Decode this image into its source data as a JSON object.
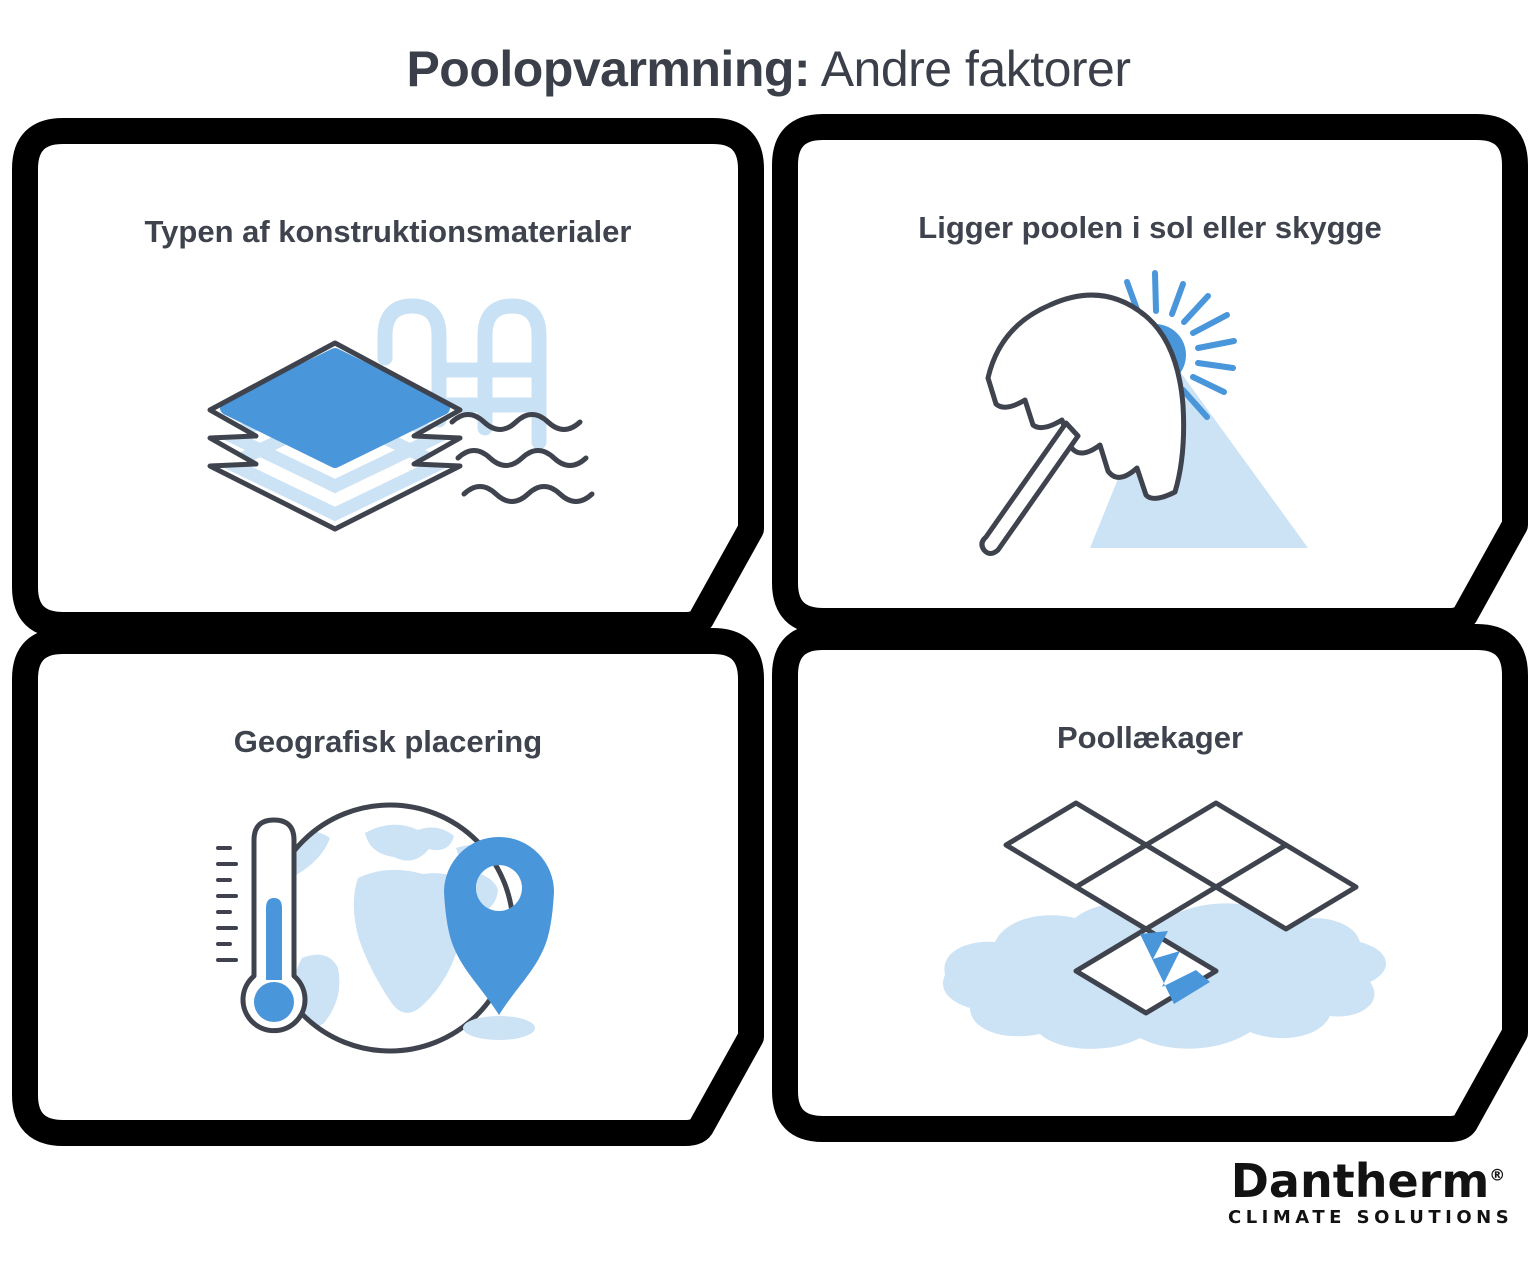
{
  "title": {
    "bold": "Poolopvarmning:",
    "regular": " Andre faktorer"
  },
  "panels": [
    {
      "title": "Typen af konstruktionsmaterialer",
      "icon": "pool-material-layers"
    },
    {
      "title": "Ligger poolen i sol eller skygge",
      "icon": "umbrella-sun-shade"
    },
    {
      "title": "Geografisk placering",
      "icon": "globe-thermometer-location-pin"
    },
    {
      "title": "Poollækager",
      "icon": "cracked-tiles-water-puddle"
    }
  ],
  "logo": {
    "brand": "Dantherm",
    "registered": "®",
    "tagline": "CLIMATE SOLUTIONS"
  },
  "colors": {
    "accent_blue": "#4a96da",
    "light_blue": "#cce2f5",
    "outline_gray": "#3e434d",
    "panel_border": "#000000",
    "title_text": "#3b3f49"
  }
}
